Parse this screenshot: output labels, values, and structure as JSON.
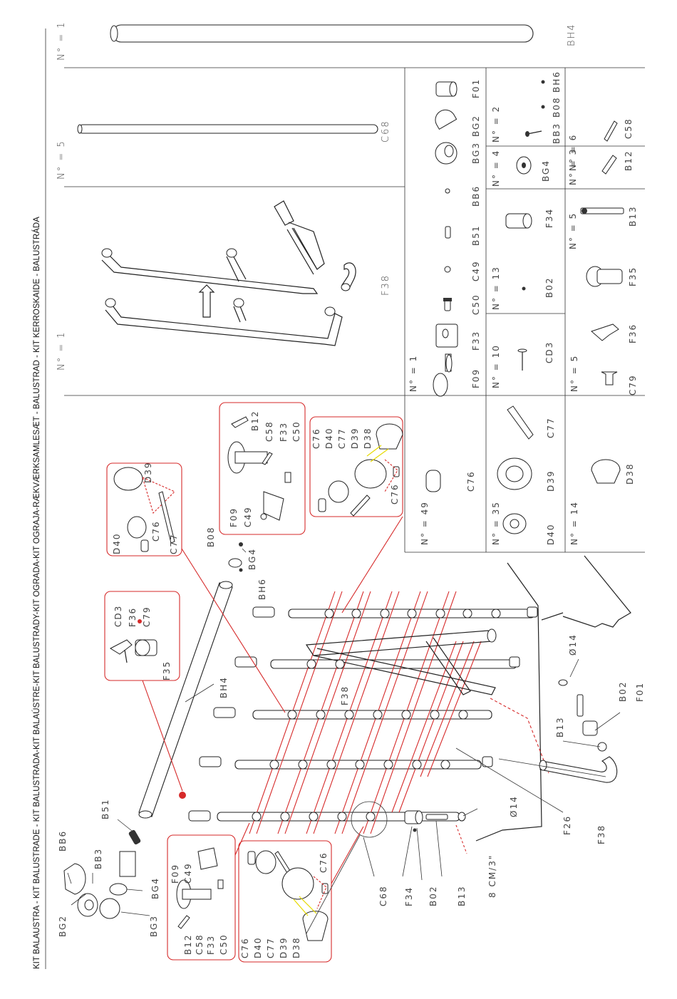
{
  "header": {
    "title": "KIT BALAUSTRA - KIT BALUSTRADE - KIT BALUSTRADA-KIT BALAÚSTRE-KIT BALUSTRADY-KIT OGRADA-KIT OGRAJA-RÆKVÆRKSAMLESÆT - BALUSTRAD - KIT KERROSKAIDE - BALUSTRÁDA"
  },
  "top_strip": {
    "qty": "N° = 1",
    "part": "BH4"
  },
  "c68_panel": {
    "qty": "N° = 5",
    "part": "C68"
  },
  "f38_panel": {
    "qty": "N° = 1",
    "part": "F38"
  },
  "parts_table": {
    "row1": {
      "qty": "N° = 1",
      "parts": [
        "F09",
        "F33",
        "C50",
        "C49",
        "B51",
        "BB6",
        "BG3",
        "BG2",
        "F01"
      ]
    },
    "row1_right_top": {
      "qty": "N° = 2",
      "parts": [
        "BB3",
        "B08",
        "BH6"
      ]
    },
    "row1_right_mid": {
      "qty": "N° = 4",
      "part": "BG4"
    },
    "row1_right_bot": {
      "qty": "N° = 3",
      "parts": [
        "B12",
        "C58"
      ]
    },
    "row2": [
      {
        "qty": "N° = 10",
        "part": "CD3"
      },
      {
        "qty": "N° = 13",
        "part": "B02"
      },
      {
        "qty": "N° = 5",
        "part": "F34"
      },
      {
        "qty": "N° = 6",
        "part": "B13"
      }
    ],
    "row3": [
      {
        "qty": "N° = 5",
        "part": "C79"
      },
      {
        "part": "F36"
      },
      {
        "part": "F35"
      }
    ],
    "lower": [
      {
        "qty": "N° = 49",
        "part": "C76"
      },
      {
        "qty": "N° = 35",
        "parts": [
          "D40",
          "D39",
          "C77"
        ]
      },
      {
        "qty": "N° = 14",
        "part": "D38"
      }
    ]
  },
  "callouts": {
    "box_d39": [
      "D39",
      "D40",
      "C76",
      "C77"
    ],
    "box_f09": [
      "B12",
      "C58",
      "F33",
      "C50",
      "F09",
      "C49"
    ],
    "box_c76": [
      "C76",
      "D40",
      "C77",
      "D39",
      "D38",
      "C76"
    ],
    "box_cd3": [
      "CD3",
      "F36",
      "C79",
      "F35"
    ],
    "box_f09_low": [
      "F09",
      "C49",
      "B12",
      "C58",
      "F33",
      "C50"
    ],
    "box_d38_low": [
      "C76",
      "D40",
      "C77",
      "D39",
      "D38",
      "C76"
    ]
  },
  "assembly_labels": {
    "b08": "B08",
    "bg4": "BG4",
    "bh6": "BH6",
    "bh4": "BH4",
    "f38a": "F38",
    "d14a": "Ø14",
    "b02": "B02",
    "f01": "F01",
    "b13": "B13",
    "f26": "F26",
    "f38b": "F38",
    "d14b": "Ø14",
    "dim": "8 CM/3\"",
    "b13b": "B13",
    "b02b": "B02",
    "f34": "F34",
    "c68": "C68",
    "b51": "B51",
    "bb6": "BB6",
    "bb3": "BB3",
    "bg4b": "BG4",
    "bg2": "BG2",
    "bg3": "BG3"
  },
  "colors": {
    "accent": "#d62a2a",
    "ink": "#222222",
    "highlight": "#e6d900"
  }
}
